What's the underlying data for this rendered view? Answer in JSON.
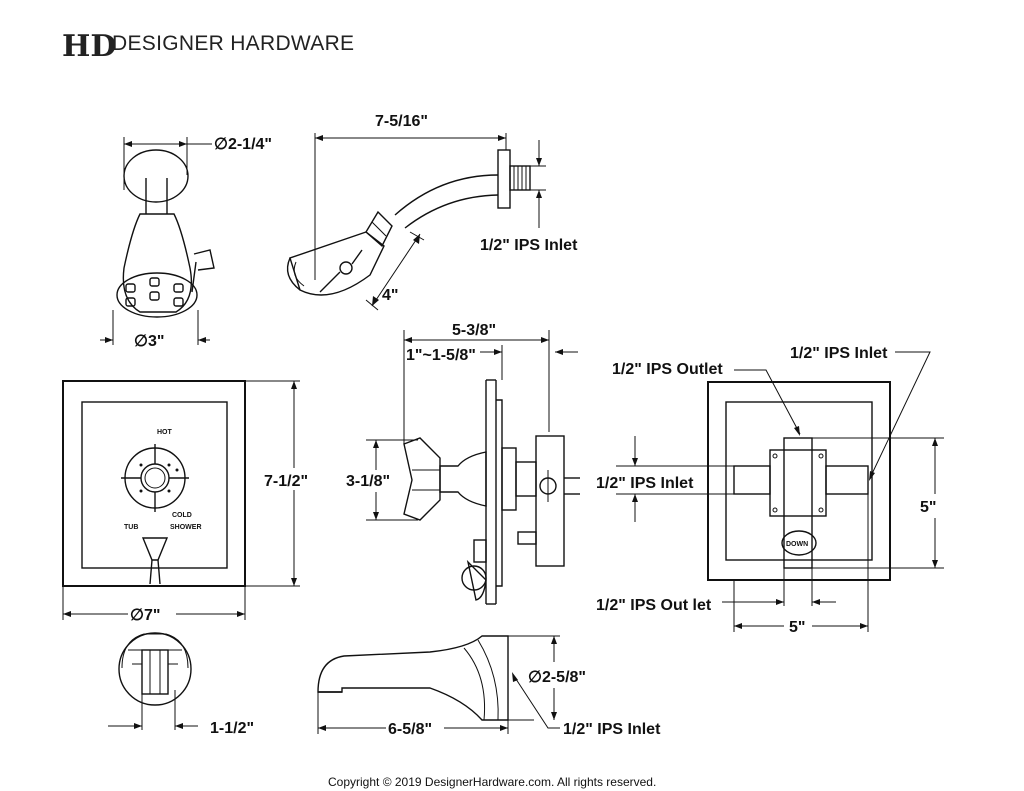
{
  "header": {
    "logo_monogram": "HD",
    "brand_name": "DESIGNER HARDWARE"
  },
  "showerhead_front": {
    "flange_diameter": "∅2-1/4\"",
    "head_diameter": "∅3\""
  },
  "showerhead_side": {
    "arm_length": "7-5/16\"",
    "inlet": "1/2\" IPS Inlet",
    "drop": "4\""
  },
  "trim_plate": {
    "height": "7-1/2\"",
    "width": "∅7\"",
    "hot_label": "HOT",
    "cold_label": "COLD",
    "tub_label": "TUB",
    "shower_label": "SHOWER"
  },
  "valve_side": {
    "depth": "5-3/8\"",
    "adjust_range": "1\"~1-5/8\"",
    "handle_height": "3-1/8\""
  },
  "valve_back": {
    "outlet_top": "1/2\" IPS Outlet",
    "inlet_right": "1/2\" IPS Inlet",
    "inlet_left": "1/2\" IPS Inlet",
    "outlet_bottom": "1/2\" IPS Out let",
    "height": "5\"",
    "width": "5\"",
    "down_label": "DOWN"
  },
  "diverter": {
    "width": "1-1/2\""
  },
  "tub_spout": {
    "outlet_diameter": "∅2-5/8\"",
    "length": "6-5/8\"",
    "inlet": "1/2\" IPS Inlet"
  },
  "footer": {
    "copyright": "Copyright © 2019 DesignerHardware.com. All rights reserved."
  }
}
